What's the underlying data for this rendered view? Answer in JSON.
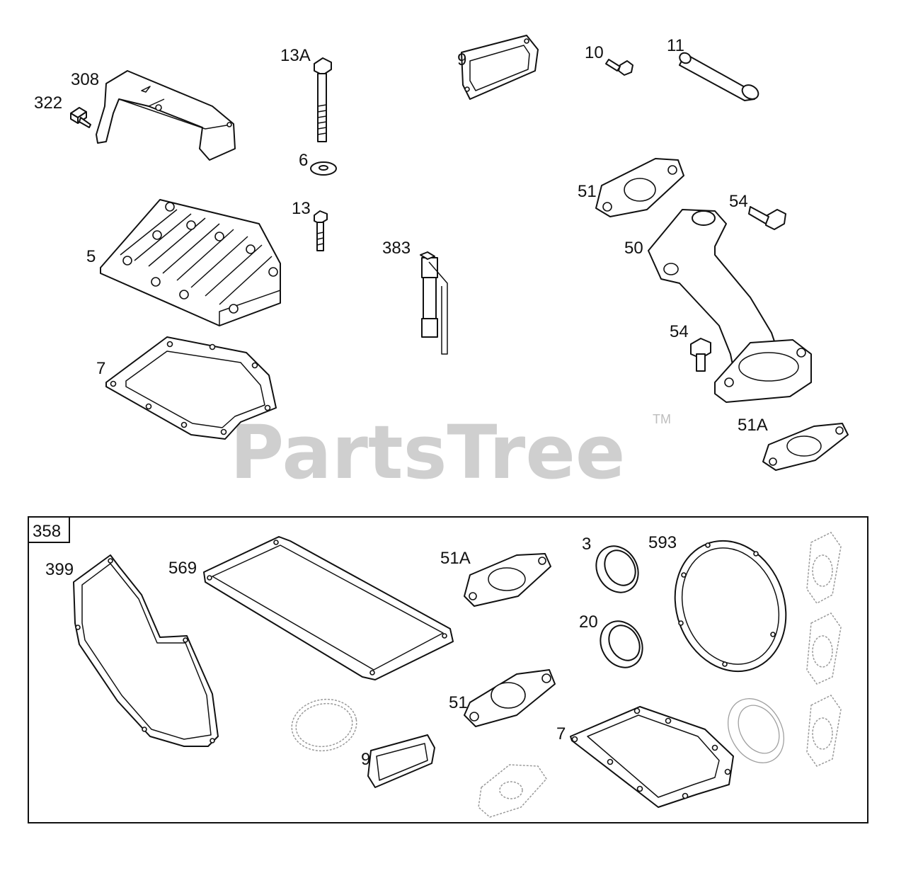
{
  "watermark": {
    "text": "PartsTree",
    "tm": "TM"
  },
  "kit": {
    "label": "358"
  },
  "callouts": {
    "c322": "322",
    "c308": "308",
    "c13A": "13A",
    "c6": "6",
    "c13": "13",
    "c5": "5",
    "c7": "7",
    "c383": "383",
    "c9": "9",
    "c10": "10",
    "c11": "11",
    "c51": "51",
    "c54a": "54",
    "c50": "50",
    "c54b": "54",
    "c51A": "51A",
    "k399": "399",
    "k569": "569",
    "k51A": "51A",
    "k3": "3",
    "k593": "593",
    "k20": "20",
    "k51": "51",
    "k9": "9",
    "k7": "7"
  },
  "icons": {
    "bolt": "bolt-icon",
    "gasket": "gasket-icon",
    "seal": "oil-seal-icon",
    "head": "cylinder-head-icon",
    "pipe": "exhaust-pipe-icon"
  }
}
